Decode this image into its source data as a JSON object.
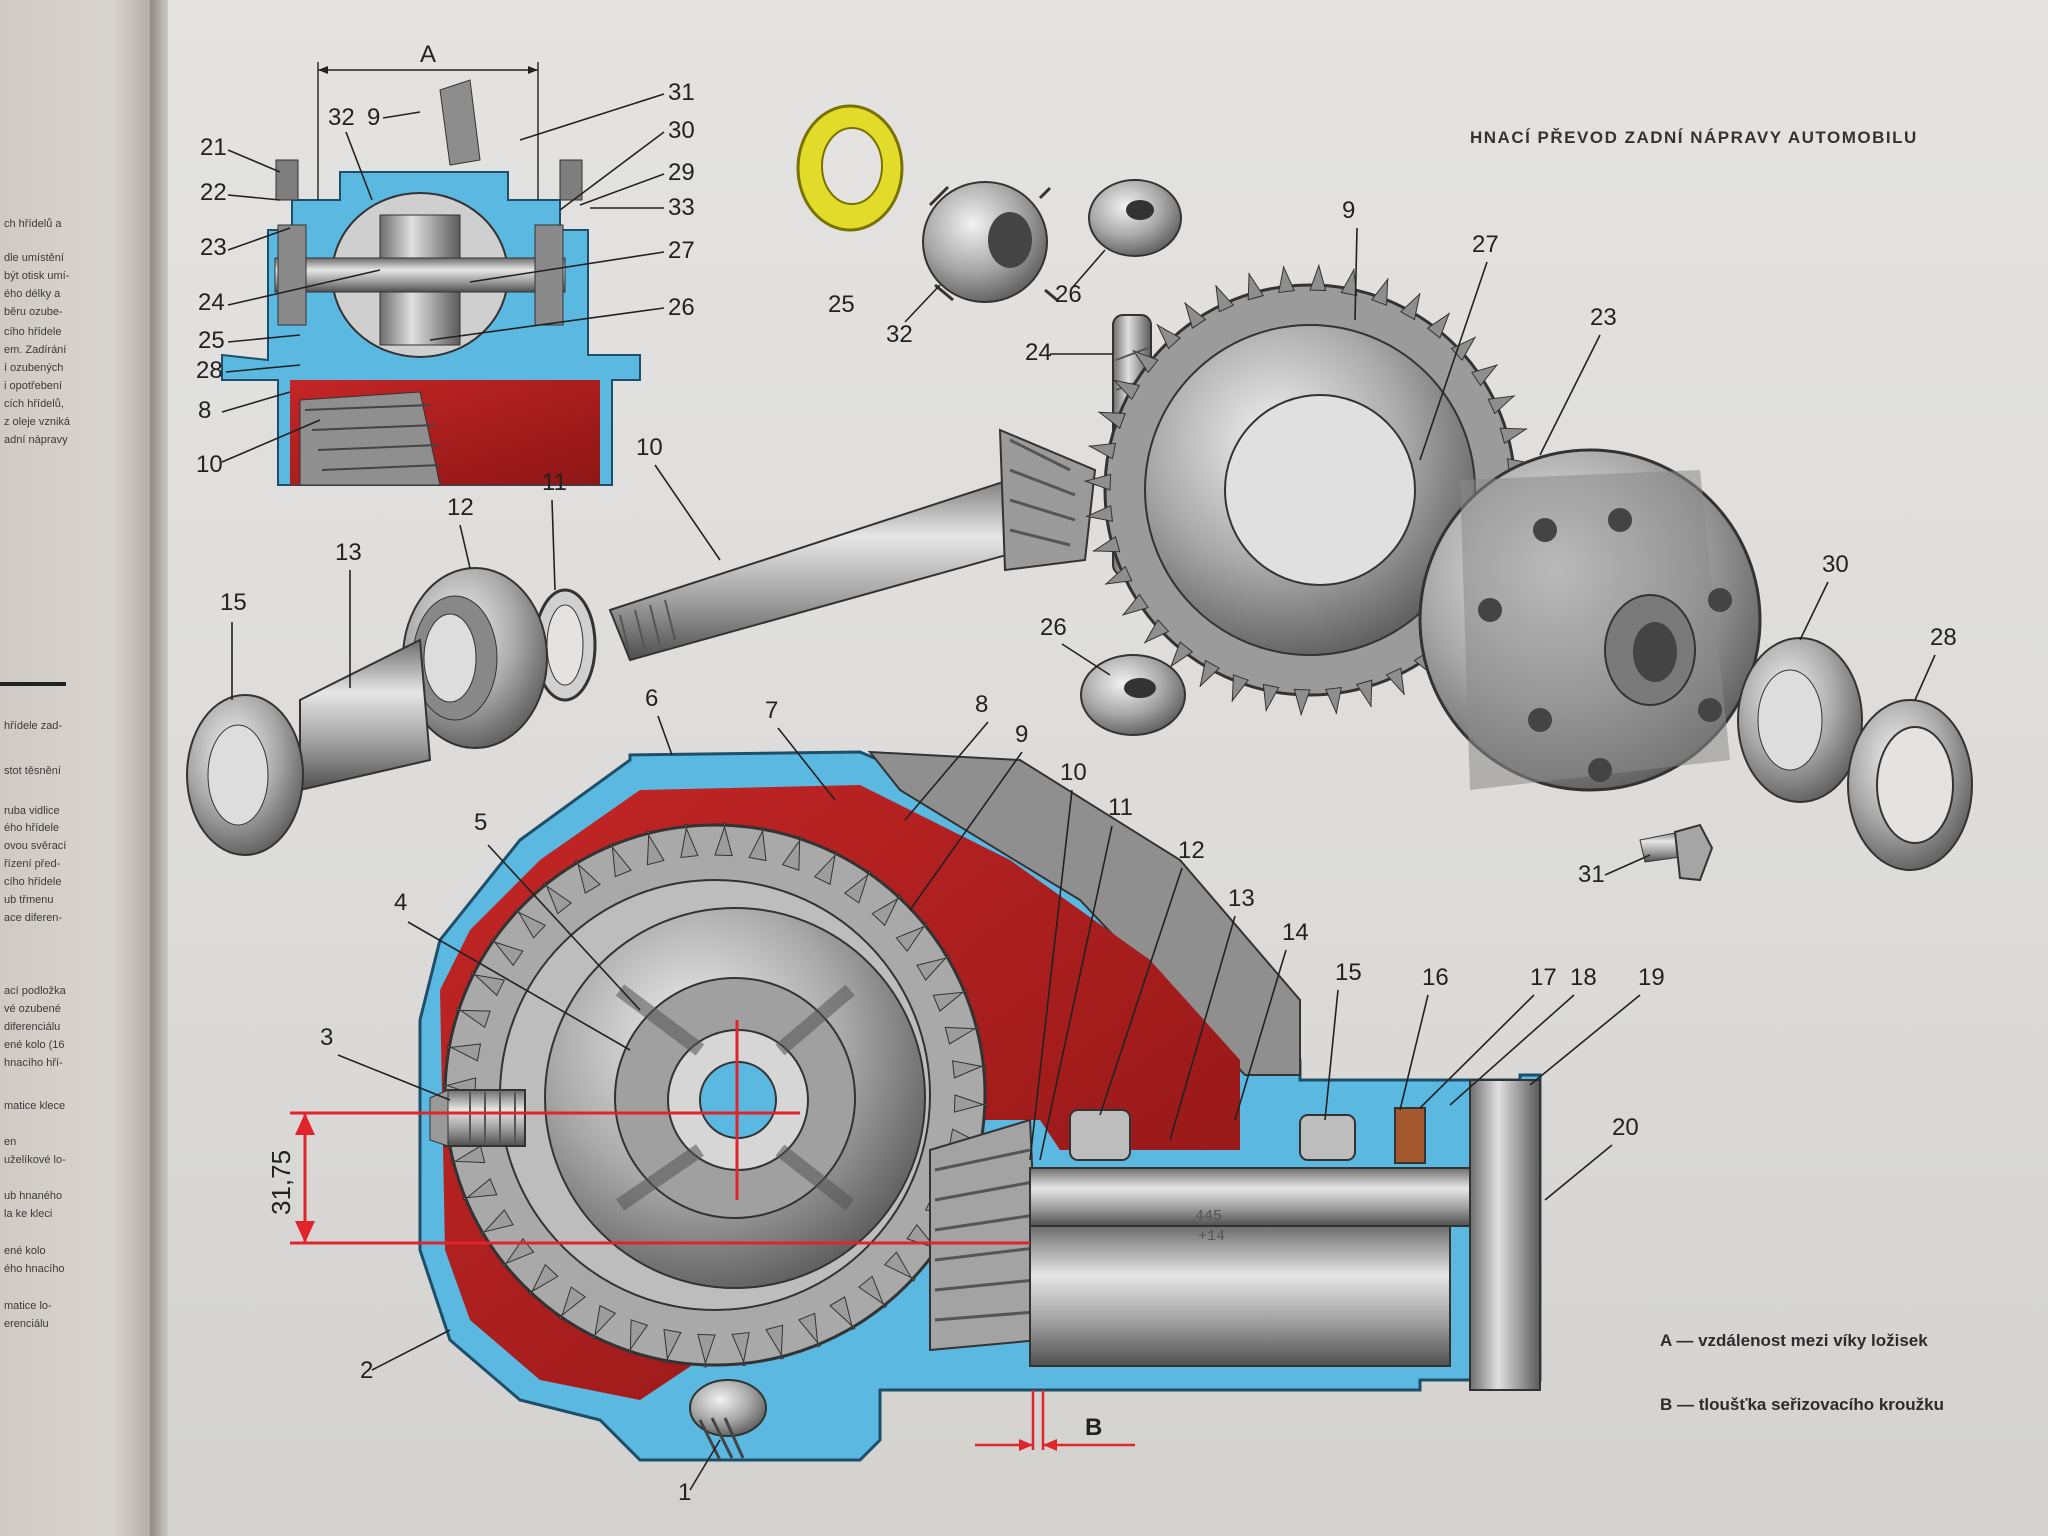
{
  "title": "HNACÍ PŘEVOD ZADNÍ NÁPRAVY AUTOMOBILU",
  "legend": [
    {
      "key": "A",
      "text": "A — vzdálenost mezi víky ložisek"
    },
    {
      "key": "B",
      "text": "B — tloušťka seřizovacího kroužku"
    }
  ],
  "dimension_value": "31,75",
  "inset_dimension_label": "A",
  "adjust_dimension_label": "B",
  "shaft_stamp": [
    "445",
    "+14"
  ],
  "left_page_fragments": [
    "ch hřídelů a",
    "dle umístění",
    "být otisk umí-",
    "ého délky a",
    "běru ozube-",
    "cího hřídele",
    "em. Zadírání",
    "í ozubených",
    "i opotřebení",
    "cích hřídelů,",
    "z oleje vzniká",
    "adní nápravy",
    "hřídele zad-",
    "stot těsnění",
    "ruba vidlice",
    "ého hřídele",
    "ovou svěrací",
    "řízení před-",
    "cího hřídele",
    "ub třmenu",
    "ace diferen-",
    "ací podložka",
    "vé ozubené",
    "diferenciálu",
    "ené kolo (16",
    "hnacího hří-",
    "matice klece",
    "en",
    "uželíkové lo-",
    "ub hnaného",
    "la ke kleci",
    "ené kolo",
    "ého hnacího",
    "matice lo-",
    "erenciálu"
  ],
  "callouts": {
    "inset": [
      "21",
      "22",
      "23",
      "24",
      "25",
      "28",
      "8",
      "10",
      "32",
      "9",
      "31",
      "30",
      "29",
      "33",
      "27",
      "26"
    ],
    "exploded": [
      "25",
      "32",
      "26",
      "24",
      "9",
      "27",
      "23",
      "10",
      "11",
      "12",
      "13",
      "15",
      "26",
      "30",
      "28",
      "31"
    ],
    "main": [
      "6",
      "7",
      "8",
      "9",
      "10",
      "11",
      "12",
      "13",
      "14",
      "15",
      "16",
      "17",
      "18",
      "19",
      "20",
      "5",
      "4",
      "3",
      "2",
      "1"
    ]
  },
  "colors": {
    "page": "#dcdbd9",
    "housing_red": "#b21f1f",
    "section_blue": "#5bb8e0",
    "steel": "#9a9a9a",
    "red_line": "#e0242b",
    "washer_yellow": "#e3db2a",
    "ink": "#222222"
  }
}
